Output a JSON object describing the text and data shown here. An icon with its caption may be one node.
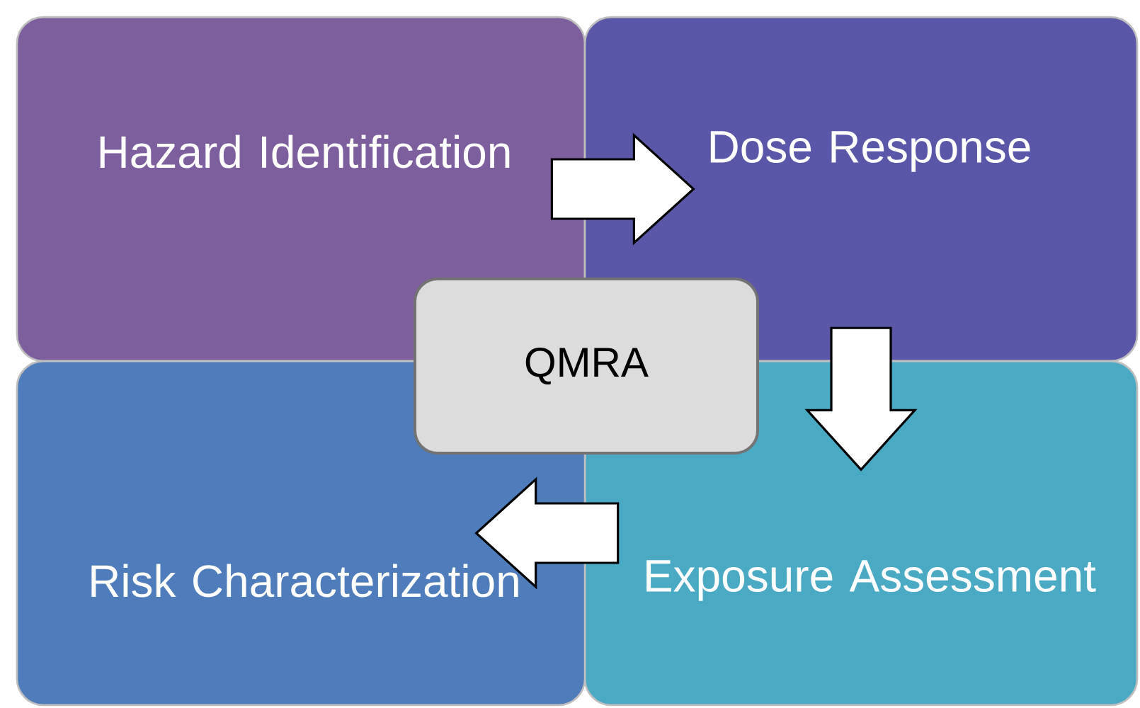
{
  "diagram": {
    "nodes": [
      {
        "text": [
          "Hazard Identification"
        ]
      },
      {
        "text": [
          "Dose Response"
        ]
      },
      {
        "text": [
          "Exposure Assessment"
        ]
      },
      {
        "text": [
          "Risk Characterization"
        ]
      },
      {
        "text": [
          "QMRA"
        ]
      }
    ],
    "edges": [
      {
        "from": 0,
        "to": 1,
        "arrow": "to"
      },
      {
        "from": 1,
        "to": 2,
        "arrow": "to"
      },
      {
        "from": 2,
        "to": 3,
        "arrow": "to"
      }
    ]
  }
}
